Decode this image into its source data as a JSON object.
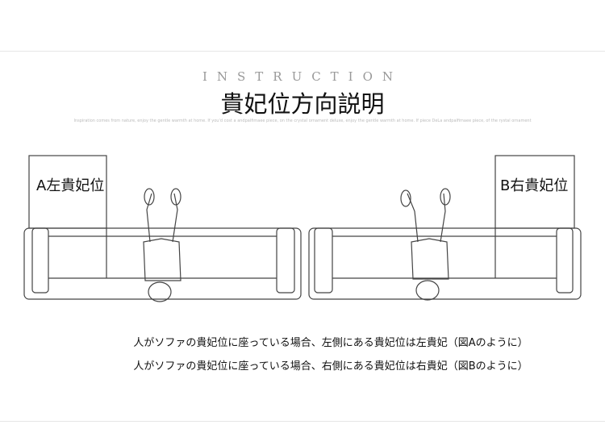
{
  "header": {
    "decorative_word": "INSTRUCTION",
    "title": "貴妃位方向説明",
    "subtitle": "Inspiration comes from nature, enjoy the gentle warmth at home. If you'd cost a andpalfimaee piece, on the crystal ornament deluxe, enjoy the gentle warmth at home. If piece DeLa andpalfimaee piece, of the rystal ornament"
  },
  "sofas": [
    {
      "label": "A左貴妃位",
      "side": "left"
    },
    {
      "label": "B右貴妃位",
      "side": "right"
    }
  ],
  "captions": [
    "人がソファの貴妃位に座っている場合、左側にある貴妃位は左貴妃（図Aのように）",
    "人がソファの貴妃位に座っている場合、右側にある貴妃位は右貴妃（図Bのように）"
  ]
}
